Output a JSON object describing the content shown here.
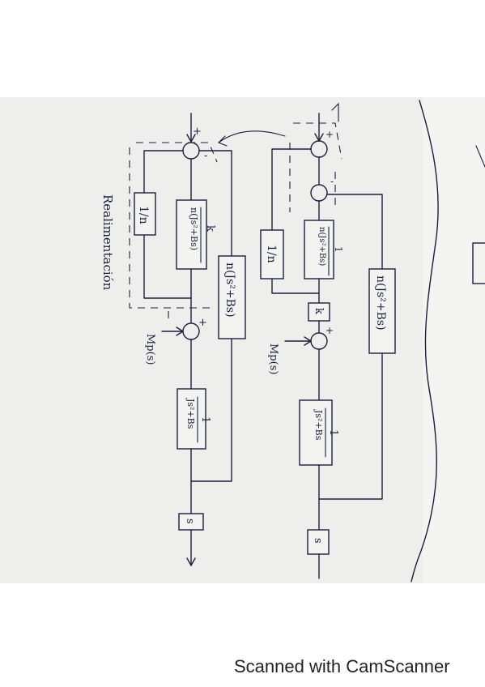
{
  "left_diagram": {
    "label_rotated": "Realimentación",
    "block_feedback": "1/n",
    "block_forward_num": "k",
    "block_forward_den": "n(Js²+Bs)",
    "block_side": "n(Js²+Bs)",
    "disturbance": "Mp(s)",
    "block_plant_num": "1",
    "block_plant_den": "Js²+Bs",
    "block_output": "s",
    "sign_top": "+",
    "sign_mid": "+",
    "sign_side": "-"
  },
  "right_diagram": {
    "block_feedback": "1/n",
    "block_forward_num": "1",
    "block_forward_den": "n(Js²+Bs)",
    "block_gain": "k",
    "block_side": "n(Js²+Bs)",
    "disturbance": "Mp(s)",
    "block_plant_num": "1",
    "block_plant_den": "Js²+Bs",
    "block_output": "s",
    "sign_top": "+",
    "sign_mid": "+",
    "sign_side": "-"
  },
  "footer": {
    "text": "Scanned with CamScanner"
  }
}
